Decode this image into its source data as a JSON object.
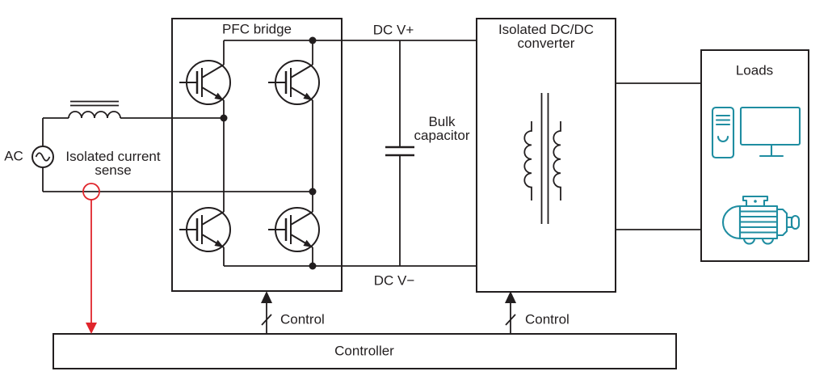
{
  "labels": {
    "ac": "AC",
    "current_sense": "Isolated current\nsense",
    "pfc_title": "PFC bridge",
    "dc_v_plus": "DC V+",
    "dc_v_minus": "DC V−",
    "bulk_capacitor": "Bulk\ncapacitor",
    "dcdc_title": "Isolated DC/DC\nconverter",
    "loads_title": "Loads",
    "control_pfc": "Control",
    "control_dcdc": "Control",
    "controller_title": "Controller"
  },
  "icons": {
    "ac_source": "sine-wave-in-circle",
    "inductor": "coil-with-core-bars",
    "current_sense_probe": "red-circle-probe",
    "igbt": "igbt-transistor-in-circle",
    "bulk_capacitor": "parallel-plate-capacitor",
    "transformer": "two-winding-transformer-with-core",
    "computer_tower": "pc-tower-outline",
    "monitor": "desktop-monitor-outline",
    "motor": "electric-motor-outline",
    "bus_slash": "single-line-bus-tick",
    "control_arrow": "up-filled-arrow",
    "feedback_arrow": "down-filled-red-arrow"
  },
  "colors": {
    "line": "#221e1f",
    "red": "#e0252c",
    "teal": "#1f8da1",
    "background": "#ffffff"
  }
}
